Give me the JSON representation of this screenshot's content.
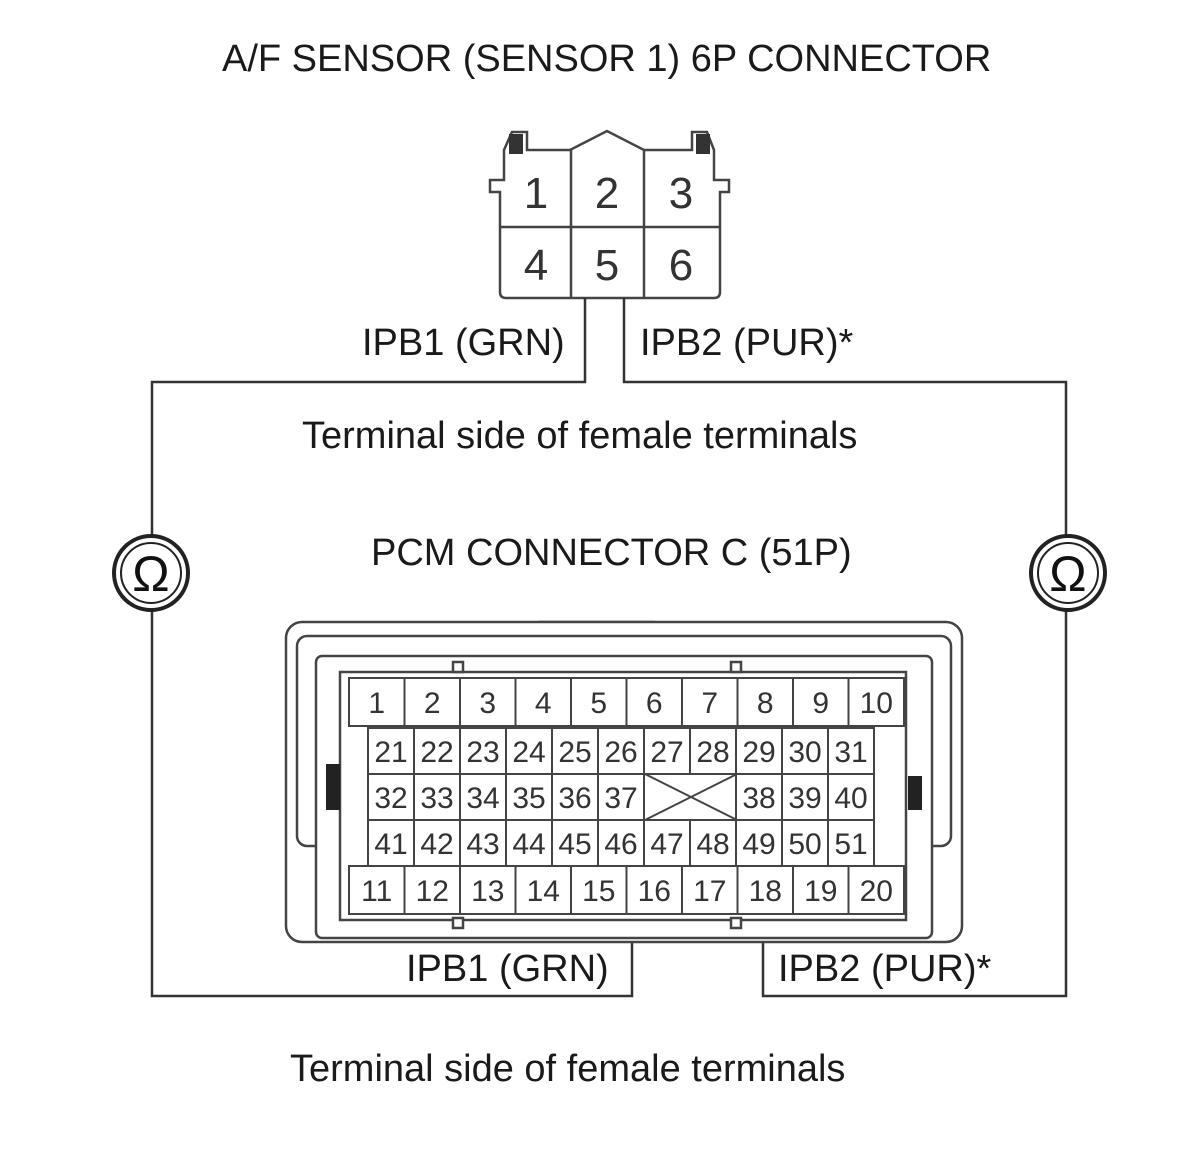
{
  "af_connector": {
    "title": "A/F SENSOR (SENSOR 1) 6P CONNECTOR",
    "pins": [
      "1",
      "2",
      "3",
      "4",
      "5",
      "6"
    ],
    "wire_left": "IPB1 (GRN)",
    "wire_right": "IPB2 (PUR)*",
    "caption": "Terminal side of female terminals"
  },
  "pcm_connector": {
    "title": "PCM CONNECTOR C (51P)",
    "row1": [
      "1",
      "2",
      "3",
      "4",
      "5",
      "6",
      "7",
      "8",
      "9",
      "10"
    ],
    "row2": [
      "21",
      "22",
      "23",
      "24",
      "25",
      "26",
      "27",
      "28",
      "29",
      "30",
      "31"
    ],
    "row3_left": [
      "32",
      "33",
      "34",
      "35",
      "36",
      "37"
    ],
    "row3_right": [
      "38",
      "39",
      "40"
    ],
    "row4": [
      "41",
      "42",
      "43",
      "44",
      "45",
      "46",
      "47",
      "48",
      "49",
      "50",
      "51"
    ],
    "row5": [
      "11",
      "12",
      "13",
      "14",
      "15",
      "16",
      "17",
      "18",
      "19",
      "20"
    ],
    "wire_left": "IPB1 (GRN)",
    "wire_right": "IPB2 (PUR)*",
    "caption": "Terminal side of female terminals"
  },
  "meters": {
    "symbol": "Ω",
    "icon": "ohmmeter-icon"
  }
}
